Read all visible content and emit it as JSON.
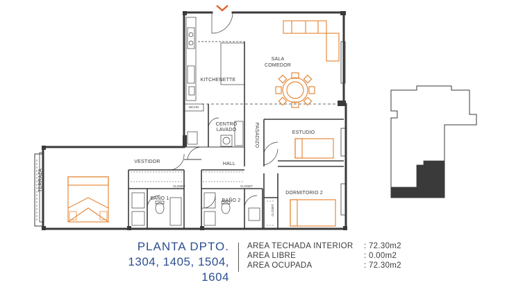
{
  "colors": {
    "wall": "#3a3a3a",
    "furniture": "#e58a3c",
    "accent_arrow": "#e2612d",
    "title_blue": "#2c4f8f",
    "highlight_fill": "#3a3a3a"
  },
  "rooms": {
    "sala": "SALA",
    "comedor": "COMEDOR",
    "kitchenette": "KITCHENETTE",
    "centro": "CENTRO",
    "lavado": "LAVADO",
    "estudio": "ESTUDIO",
    "pasadizo": "PASADIZO",
    "hall": "HALL",
    "vestidor": "VESTIDOR",
    "terraza": "TERRAZA",
    "dormitorio2": "DORMITORIO 2",
    "bano1": "BAÑO 1",
    "bano2": "BAÑO 2",
    "closet1": "CLOSET",
    "closet2": "CLOSET",
    "closet3": "CLOSET",
    "nicho": "NICHO"
  },
  "title": {
    "line1": "PLANTA  DPTO.",
    "line2": "1304, 1405, 1504, 1604"
  },
  "areas": [
    {
      "label": "AREA TECHADA INTERIOR",
      "value": ": 72.30m2"
    },
    {
      "label": "AREA LIBRE",
      "value": ": 0.00m2"
    },
    {
      "label": "AREA OCUPADA",
      "value": ": 72.30m2"
    }
  ]
}
